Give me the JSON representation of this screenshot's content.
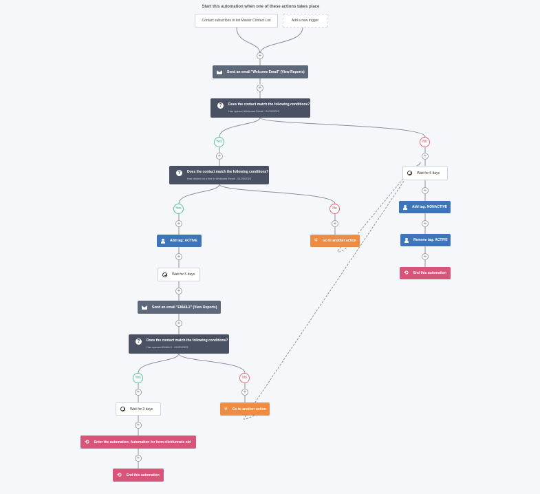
{
  "header": {
    "title": "Start this automation when one of these actions takes place"
  },
  "triggers": {
    "trigger1": "Contact subscribes to list Master Contact List",
    "add_trigger": "Add a new trigger"
  },
  "nodes": {
    "send_welcome": "Send an email \"Welcome Email\" (View Reports)",
    "cond1_title": "Does the contact match the following conditions?",
    "cond1_sub": "Has opened Welcome Email - 01/20/2023",
    "cond2_title": "Does the contact match the following conditions?",
    "cond2_sub": "Has clicked on a link in Welcome Email - 01/20/2023",
    "wait_right": "Wait for 5 days",
    "add_tag_nonactive": "Add tag: NONACTIVE",
    "remove_tag_active": "Remove tag: ACTIVE",
    "end_right": "End this automation",
    "goto_mid": "Go to another action",
    "add_tag_active": "Add tag: ACTIVE",
    "wait_left": "Wait for 5 days",
    "send_email2": "Send an email \"EMAIL2\" (View Reports)",
    "cond3_title": "Does the contact match the following conditions?",
    "cond3_sub": "Has opened EMAIL2 - 01/20/2023",
    "wait_3": "Wait for 3 days",
    "goto_bottom": "Go to another action",
    "enter_automation": "Enter the automation: Automation for form clickfunnels old",
    "end_bottom": "End this automation"
  },
  "labels": {
    "yes": "Yes",
    "no": "No",
    "plus": "+"
  },
  "colors": {
    "gray_action": "#5e687b",
    "condition": "#4a5163",
    "tag_action": "#3d75b8",
    "goto_action": "#ee8c43",
    "end_action": "#d8557a",
    "yes": "#4cc3a1",
    "no": "#e26479"
  },
  "icons": [
    "envelope-icon",
    "question-icon",
    "clock-icon",
    "person-icon",
    "branch-icon",
    "loop-icon",
    "plus-icon"
  ]
}
